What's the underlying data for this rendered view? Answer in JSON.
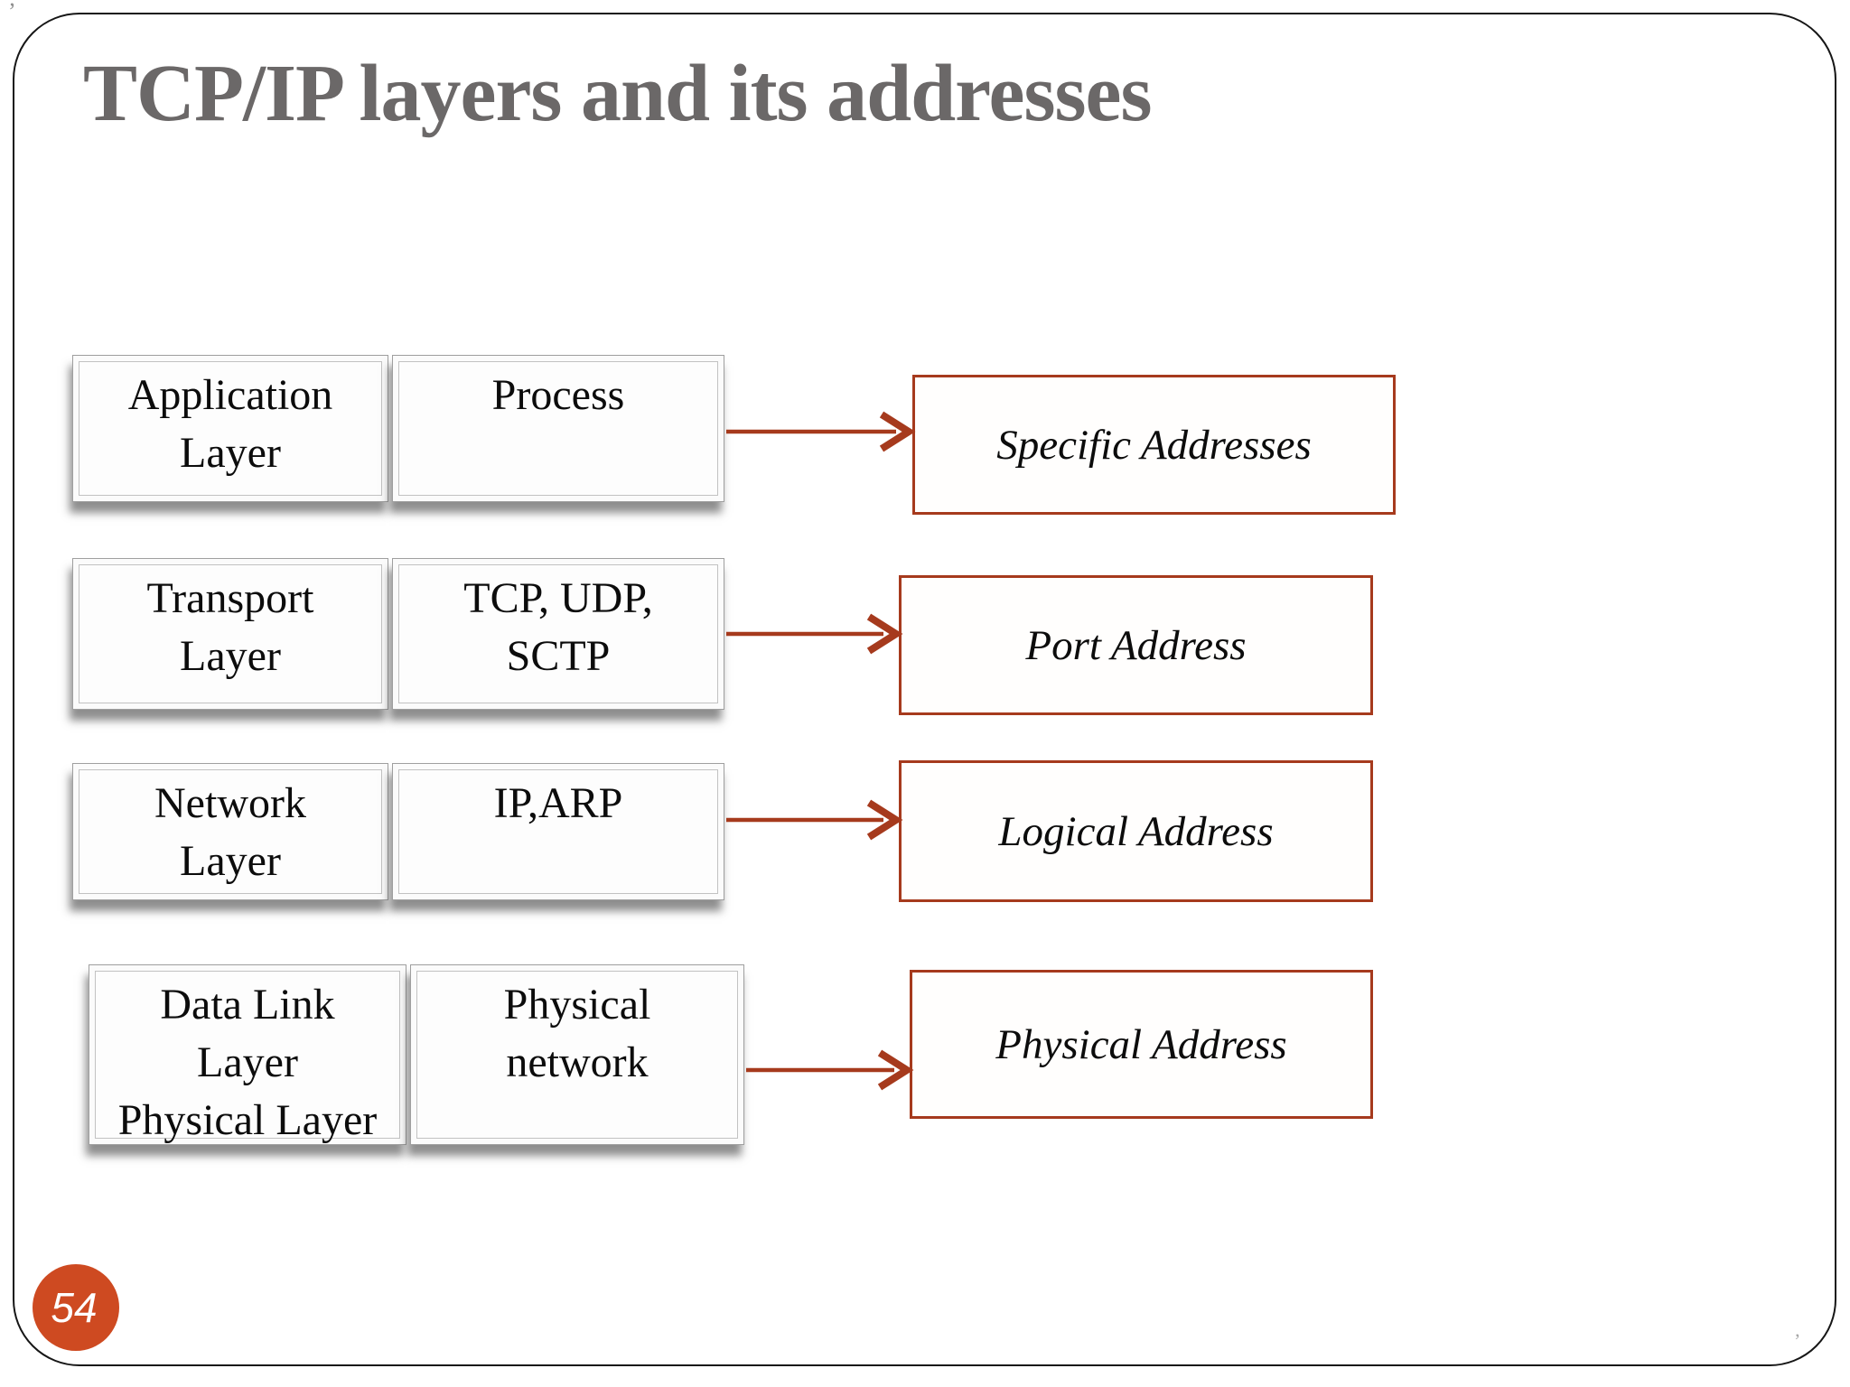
{
  "slide": {
    "title": "TCP/IP layers and its addresses",
    "page_number": "54"
  },
  "diagram": {
    "rows": [
      {
        "layer": "Application\nLayer",
        "protocol": "Process",
        "address": "Specific Addresses"
      },
      {
        "layer": "Transport\nLayer",
        "protocol": "TCP, UDP,\nSCTP",
        "address": "Port Address"
      },
      {
        "layer": "Network\nLayer",
        "protocol": "IP,ARP",
        "address": "Logical Address"
      },
      {
        "layer": "Data Link\nLayer\nPhysical Layer",
        "protocol": "Physical\nnetwork",
        "address": "Physical Address"
      }
    ]
  },
  "colors": {
    "accent": "#a63a1d",
    "badge": "#ce4a21",
    "title_text": "#6b6868"
  }
}
